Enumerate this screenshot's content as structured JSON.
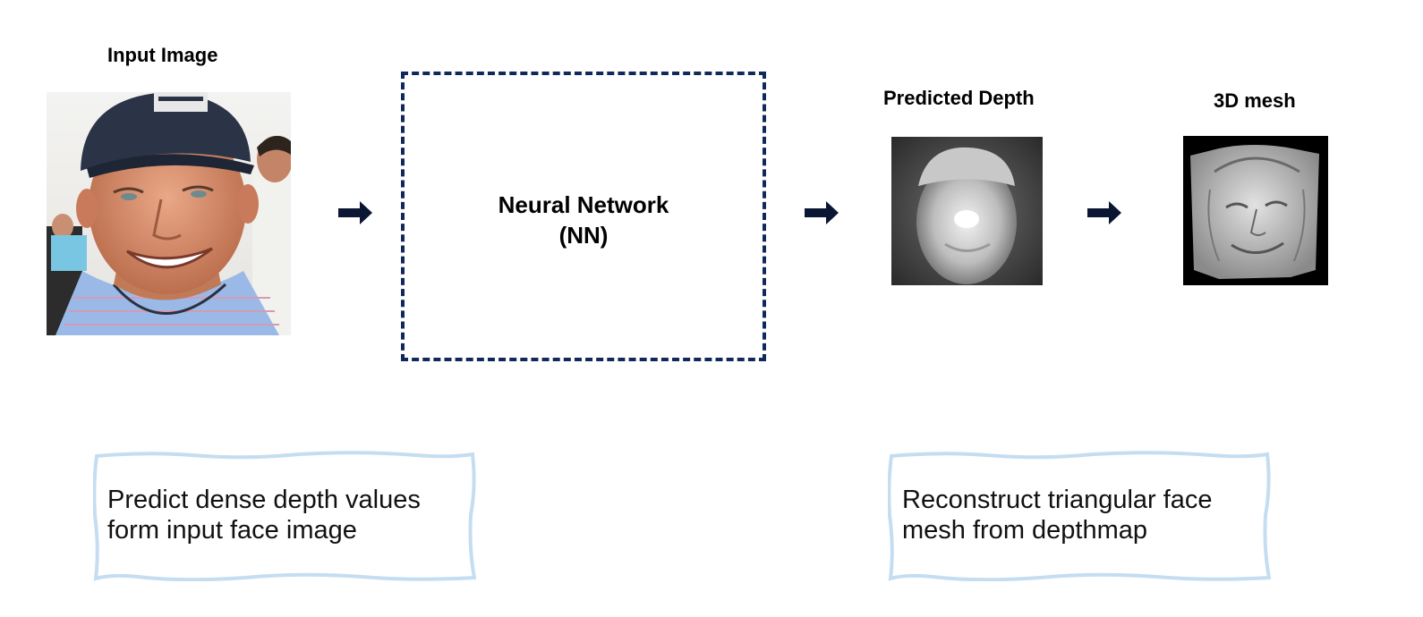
{
  "labels": {
    "input_image": "Input Image",
    "predicted_depth": "Predicted Depth",
    "mesh_3d": "3D mesh"
  },
  "neural_network": {
    "line1": "Neural Network",
    "line2": "(NN)"
  },
  "notes": {
    "left": {
      "line1": "Predict dense depth values",
      "line2": "form input face image"
    },
    "right": {
      "line1": "Reconstruct triangular face",
      "line2": "mesh from depthmap"
    }
  },
  "colors": {
    "nn_border": "#10285a",
    "arrow": "#0a1633",
    "note_border": "#c5ddf0"
  }
}
